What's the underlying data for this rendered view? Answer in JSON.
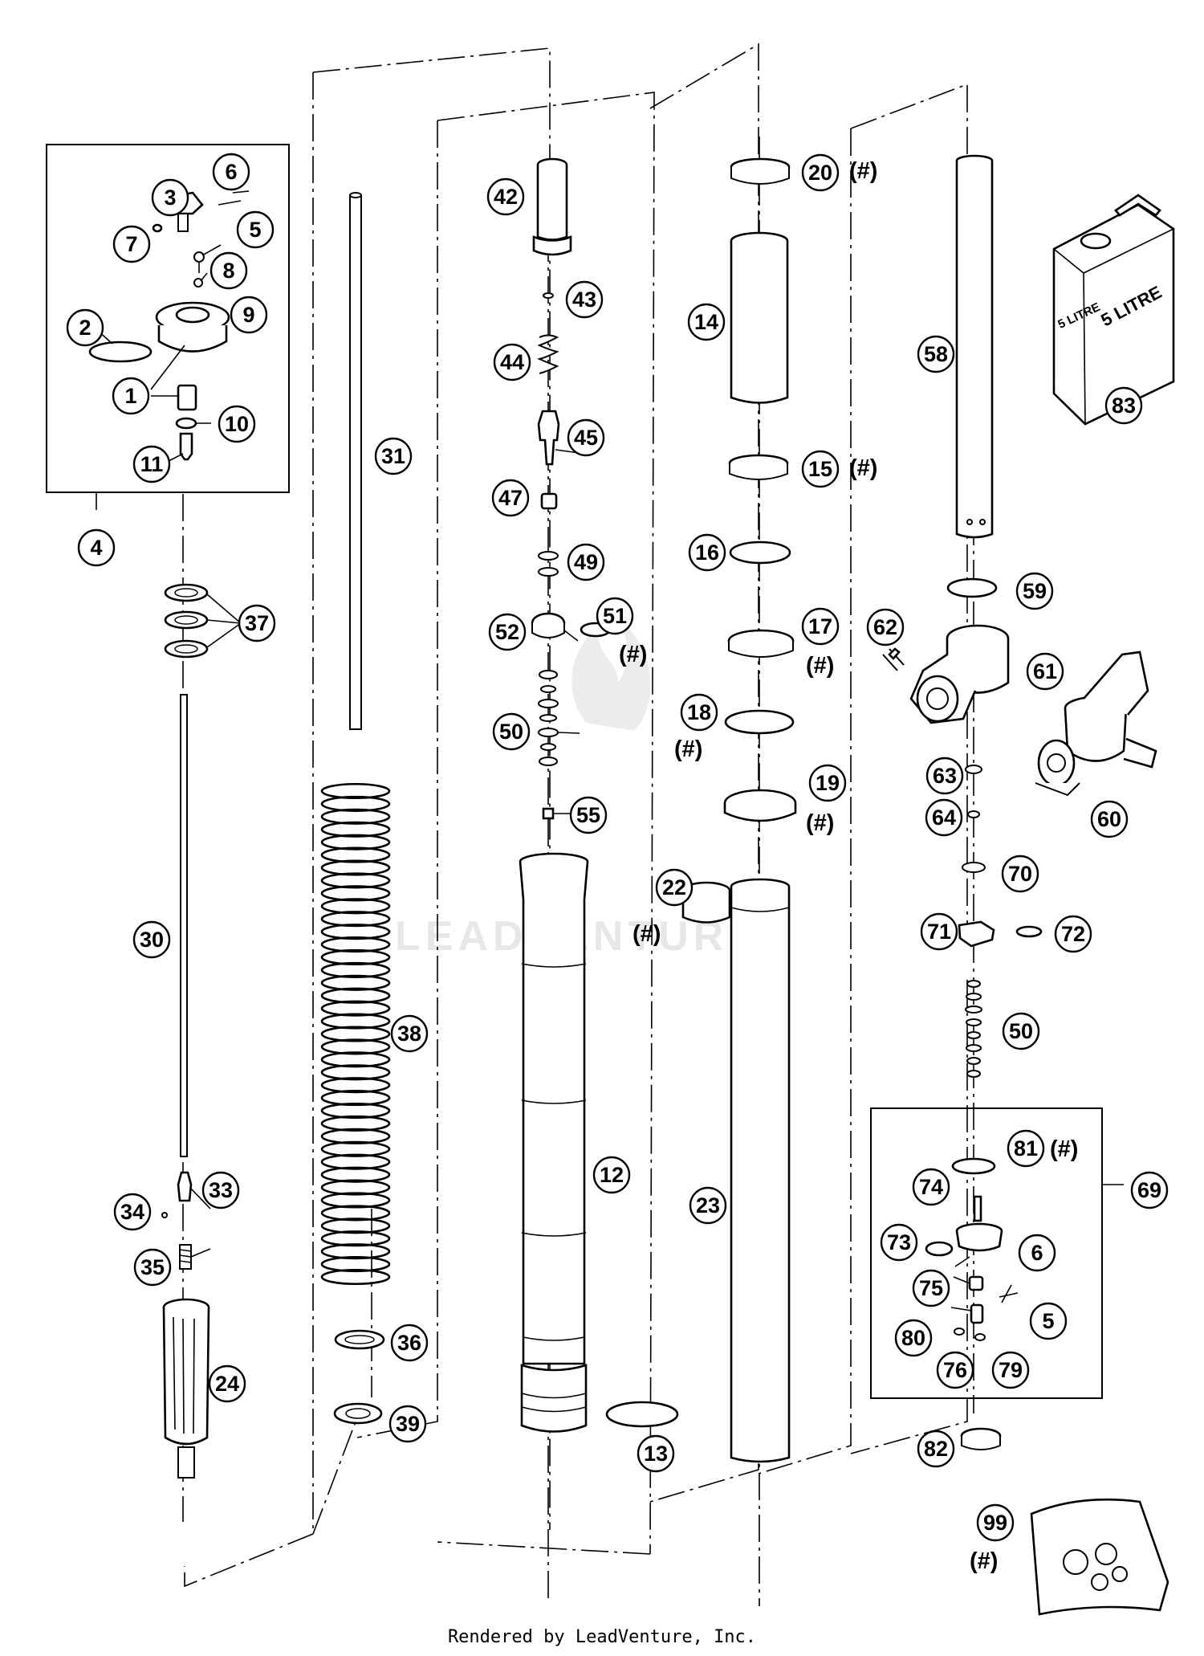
{
  "watermark": "LEADVENTURE",
  "footer": "Rendered by LeadVenture, Inc.",
  "callouts": [
    {
      "id": "c-1",
      "label": "1"
    },
    {
      "id": "c-2",
      "label": "2"
    },
    {
      "id": "c-3",
      "label": "3"
    },
    {
      "id": "c-4",
      "label": "4"
    },
    {
      "id": "c-5a",
      "label": "5"
    },
    {
      "id": "c-6a",
      "label": "6"
    },
    {
      "id": "c-7",
      "label": "7"
    },
    {
      "id": "c-8",
      "label": "8"
    },
    {
      "id": "c-9",
      "label": "9"
    },
    {
      "id": "c-10",
      "label": "10"
    },
    {
      "id": "c-11",
      "label": "11"
    },
    {
      "id": "c-12",
      "label": "12"
    },
    {
      "id": "c-13",
      "label": "13"
    },
    {
      "id": "c-14",
      "label": "14"
    },
    {
      "id": "c-15",
      "label": "15"
    },
    {
      "id": "c-16",
      "label": "16"
    },
    {
      "id": "c-17",
      "label": "17"
    },
    {
      "id": "c-18",
      "label": "18"
    },
    {
      "id": "c-19",
      "label": "19"
    },
    {
      "id": "c-20",
      "label": "20"
    },
    {
      "id": "c-22",
      "label": "22"
    },
    {
      "id": "c-23",
      "label": "23"
    },
    {
      "id": "c-24",
      "label": "24"
    },
    {
      "id": "c-30",
      "label": "30"
    },
    {
      "id": "c-31",
      "label": "31"
    },
    {
      "id": "c-33",
      "label": "33"
    },
    {
      "id": "c-34",
      "label": "34"
    },
    {
      "id": "c-35",
      "label": "35"
    },
    {
      "id": "c-36",
      "label": "36"
    },
    {
      "id": "c-37",
      "label": "37"
    },
    {
      "id": "c-38",
      "label": "38"
    },
    {
      "id": "c-39",
      "label": "39"
    },
    {
      "id": "c-42",
      "label": "42"
    },
    {
      "id": "c-43",
      "label": "43"
    },
    {
      "id": "c-44",
      "label": "44"
    },
    {
      "id": "c-45",
      "label": "45"
    },
    {
      "id": "c-47",
      "label": "47"
    },
    {
      "id": "c-49",
      "label": "49"
    },
    {
      "id": "c-50a",
      "label": "50"
    },
    {
      "id": "c-51",
      "label": "51"
    },
    {
      "id": "c-52",
      "label": "52"
    },
    {
      "id": "c-55",
      "label": "55"
    },
    {
      "id": "c-58",
      "label": "58"
    },
    {
      "id": "c-59",
      "label": "59"
    },
    {
      "id": "c-60",
      "label": "60"
    },
    {
      "id": "c-61",
      "label": "61"
    },
    {
      "id": "c-62",
      "label": "62"
    },
    {
      "id": "c-63",
      "label": "63"
    },
    {
      "id": "c-64",
      "label": "64"
    },
    {
      "id": "c-69",
      "label": "69"
    },
    {
      "id": "c-70",
      "label": "70"
    },
    {
      "id": "c-71",
      "label": "71"
    },
    {
      "id": "c-72",
      "label": "72"
    },
    {
      "id": "c-50b",
      "label": "50"
    },
    {
      "id": "c-73",
      "label": "73"
    },
    {
      "id": "c-74",
      "label": "74"
    },
    {
      "id": "c-75",
      "label": "75"
    },
    {
      "id": "c-6b",
      "label": "6"
    },
    {
      "id": "c-5b",
      "label": "5"
    },
    {
      "id": "c-76",
      "label": "76"
    },
    {
      "id": "c-79",
      "label": "79"
    },
    {
      "id": "c-80",
      "label": "80"
    },
    {
      "id": "c-81",
      "label": "81"
    },
    {
      "id": "c-82",
      "label": "82"
    },
    {
      "id": "c-83",
      "label": "83"
    },
    {
      "id": "c-99",
      "label": "99"
    }
  ],
  "hash_marks": [
    {
      "id": "h-20",
      "label": "(#)"
    },
    {
      "id": "h-15",
      "label": "(#)"
    },
    {
      "id": "h-17",
      "label": "(#)"
    },
    {
      "id": "h-18",
      "label": "(#)"
    },
    {
      "id": "h-19",
      "label": "(#)"
    },
    {
      "id": "h-22",
      "label": "(#)"
    },
    {
      "id": "h-51",
      "label": "(#)"
    },
    {
      "id": "h-81",
      "label": "(#)"
    },
    {
      "id": "h-99",
      "label": "(#)"
    }
  ],
  "oil_can_label": "5 LITRE"
}
